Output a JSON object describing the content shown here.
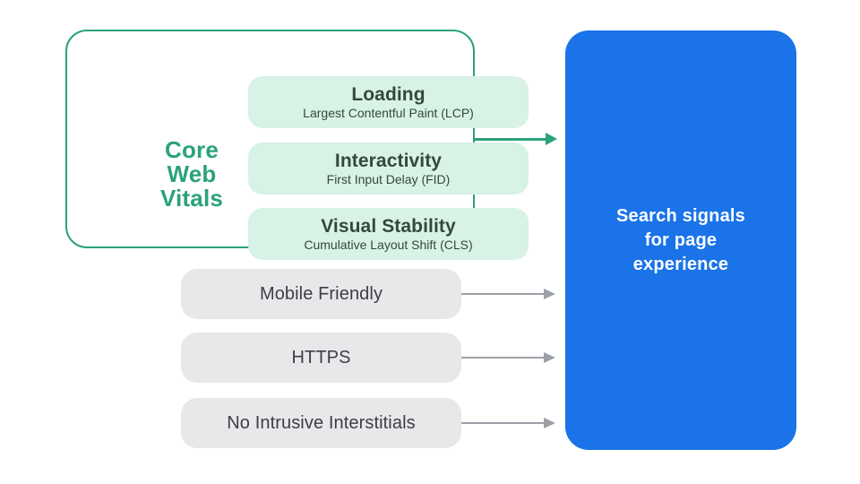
{
  "colors": {
    "green": "#2BA27B",
    "light_green": "#D8F2E5",
    "dark_green_text": "#33473F",
    "blue": "#1A73E8",
    "gray": "#E8E8EA",
    "dark_gray_text": "#3C4043",
    "arrow_gray": "#9AA0A6",
    "background": "#FFFFFF",
    "white_text": "#FFFFFF"
  },
  "core_web_vitals": {
    "label_lines": [
      "Core",
      "Web",
      "Vitals"
    ],
    "items": [
      {
        "title": "Loading",
        "subtitle": "Largest Contentful Paint (LCP)"
      },
      {
        "title": "Interactivity",
        "subtitle": "First Input Delay (FID)"
      },
      {
        "title": "Visual Stability",
        "subtitle": "Cumulative Layout Shift (CLS)"
      }
    ]
  },
  "other_signals": [
    {
      "label": "Mobile Friendly"
    },
    {
      "label": "HTTPS"
    },
    {
      "label": "No Intrusive Interstitials"
    }
  ],
  "search_signals": {
    "lines": [
      "Search signals",
      "for page",
      "experience"
    ]
  }
}
